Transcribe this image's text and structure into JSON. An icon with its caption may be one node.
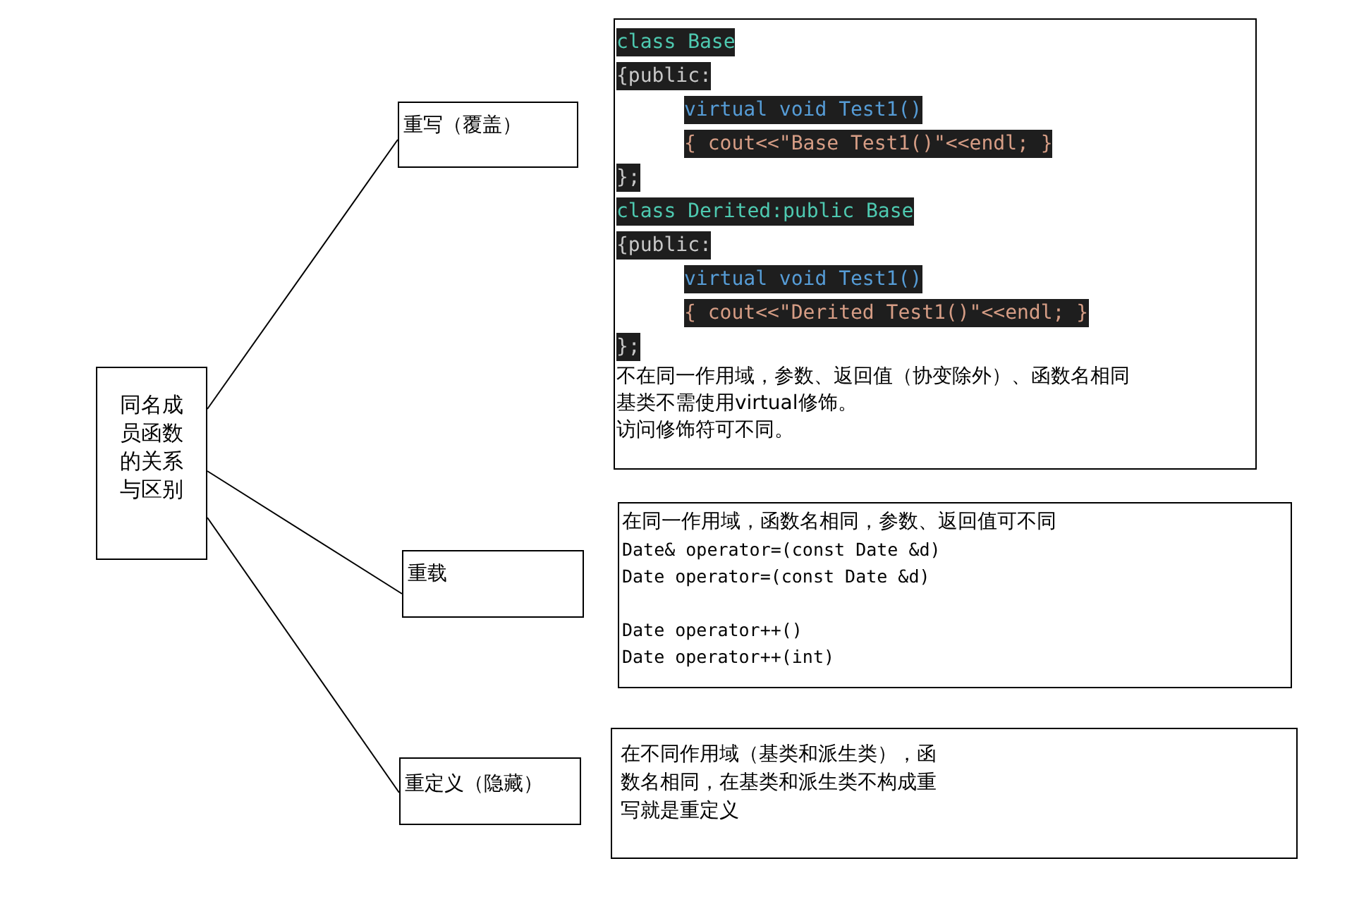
{
  "diagram": {
    "nodes": [
      {
        "text": [
          "同名成员函数的关系与区别"
        ]
      },
      {
        "text": [
          "重写（覆盖）"
        ]
      },
      {
        "text": [
          "重载"
        ]
      },
      {
        "text": [
          "重定义（隐藏）"
        ]
      },
      {
        "text": [
          "class Base",
          "{public:",
          "virtual void Test1()",
          "{ cout<<\"Base Test1()\"<<endl; }",
          "};",
          "class Derited:public Base",
          "{public:",
          "virtual void Test1()",
          "{ cout<<\"Derited Test1()\"<<endl; }",
          "};",
          "不在同一作用域，参数、返回值（协变除外）、函数名相同",
          "基类不需使用virtual修饰。",
          "访问修饰符可不同。"
        ]
      },
      {
        "text": [
          "在同一作用域，函数名相同，参数、返回值可不同",
          "Date& operator=(const Date &d)",
          "Date operator=(const Date &d)",
          "Date operator++()",
          "Date operator++(int)"
        ]
      },
      {
        "text": [
          "在不同作用域（基类和派生类），函数名相同，在基类和派生类不构成重写就是重定义"
        ]
      }
    ],
    "edges": [
      {
        "from": 0,
        "to": 1,
        "arrow": "none"
      },
      {
        "from": 0,
        "to": 2,
        "arrow": "none"
      },
      {
        "from": 0,
        "to": 3,
        "arrow": "none"
      }
    ]
  }
}
